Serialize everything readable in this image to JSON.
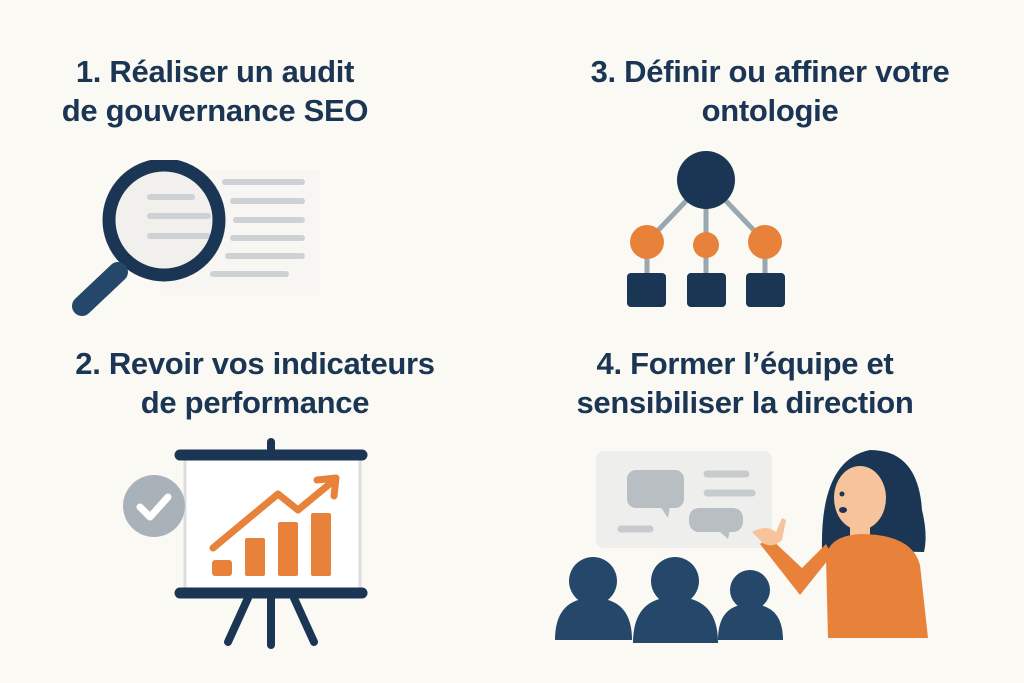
{
  "colors": {
    "background": "#fbf9f4",
    "navy": "#1b3654",
    "orange": "#e8823a",
    "gray": "#b9bec3",
    "light_gray": "#eeeeec",
    "skin": "#f7c39a"
  },
  "steps": [
    {
      "number": "1.",
      "line1": "1. Réaliser un audit",
      "line2": "de gouvernance SEO",
      "icon": "magnifier-document-icon"
    },
    {
      "number": "2.",
      "line1": "2. Revoir vos indicateurs",
      "line2": "de performance",
      "icon": "presentation-chart-icon"
    },
    {
      "number": "3.",
      "line1": "3. Définir ou affiner votre",
      "line2": "ontologie",
      "icon": "hierarchy-tree-icon"
    },
    {
      "number": "4.",
      "line1": "4. Former l’équipe et",
      "line2": "sensibiliser la direction",
      "icon": "presenter-audience-icon"
    }
  ]
}
